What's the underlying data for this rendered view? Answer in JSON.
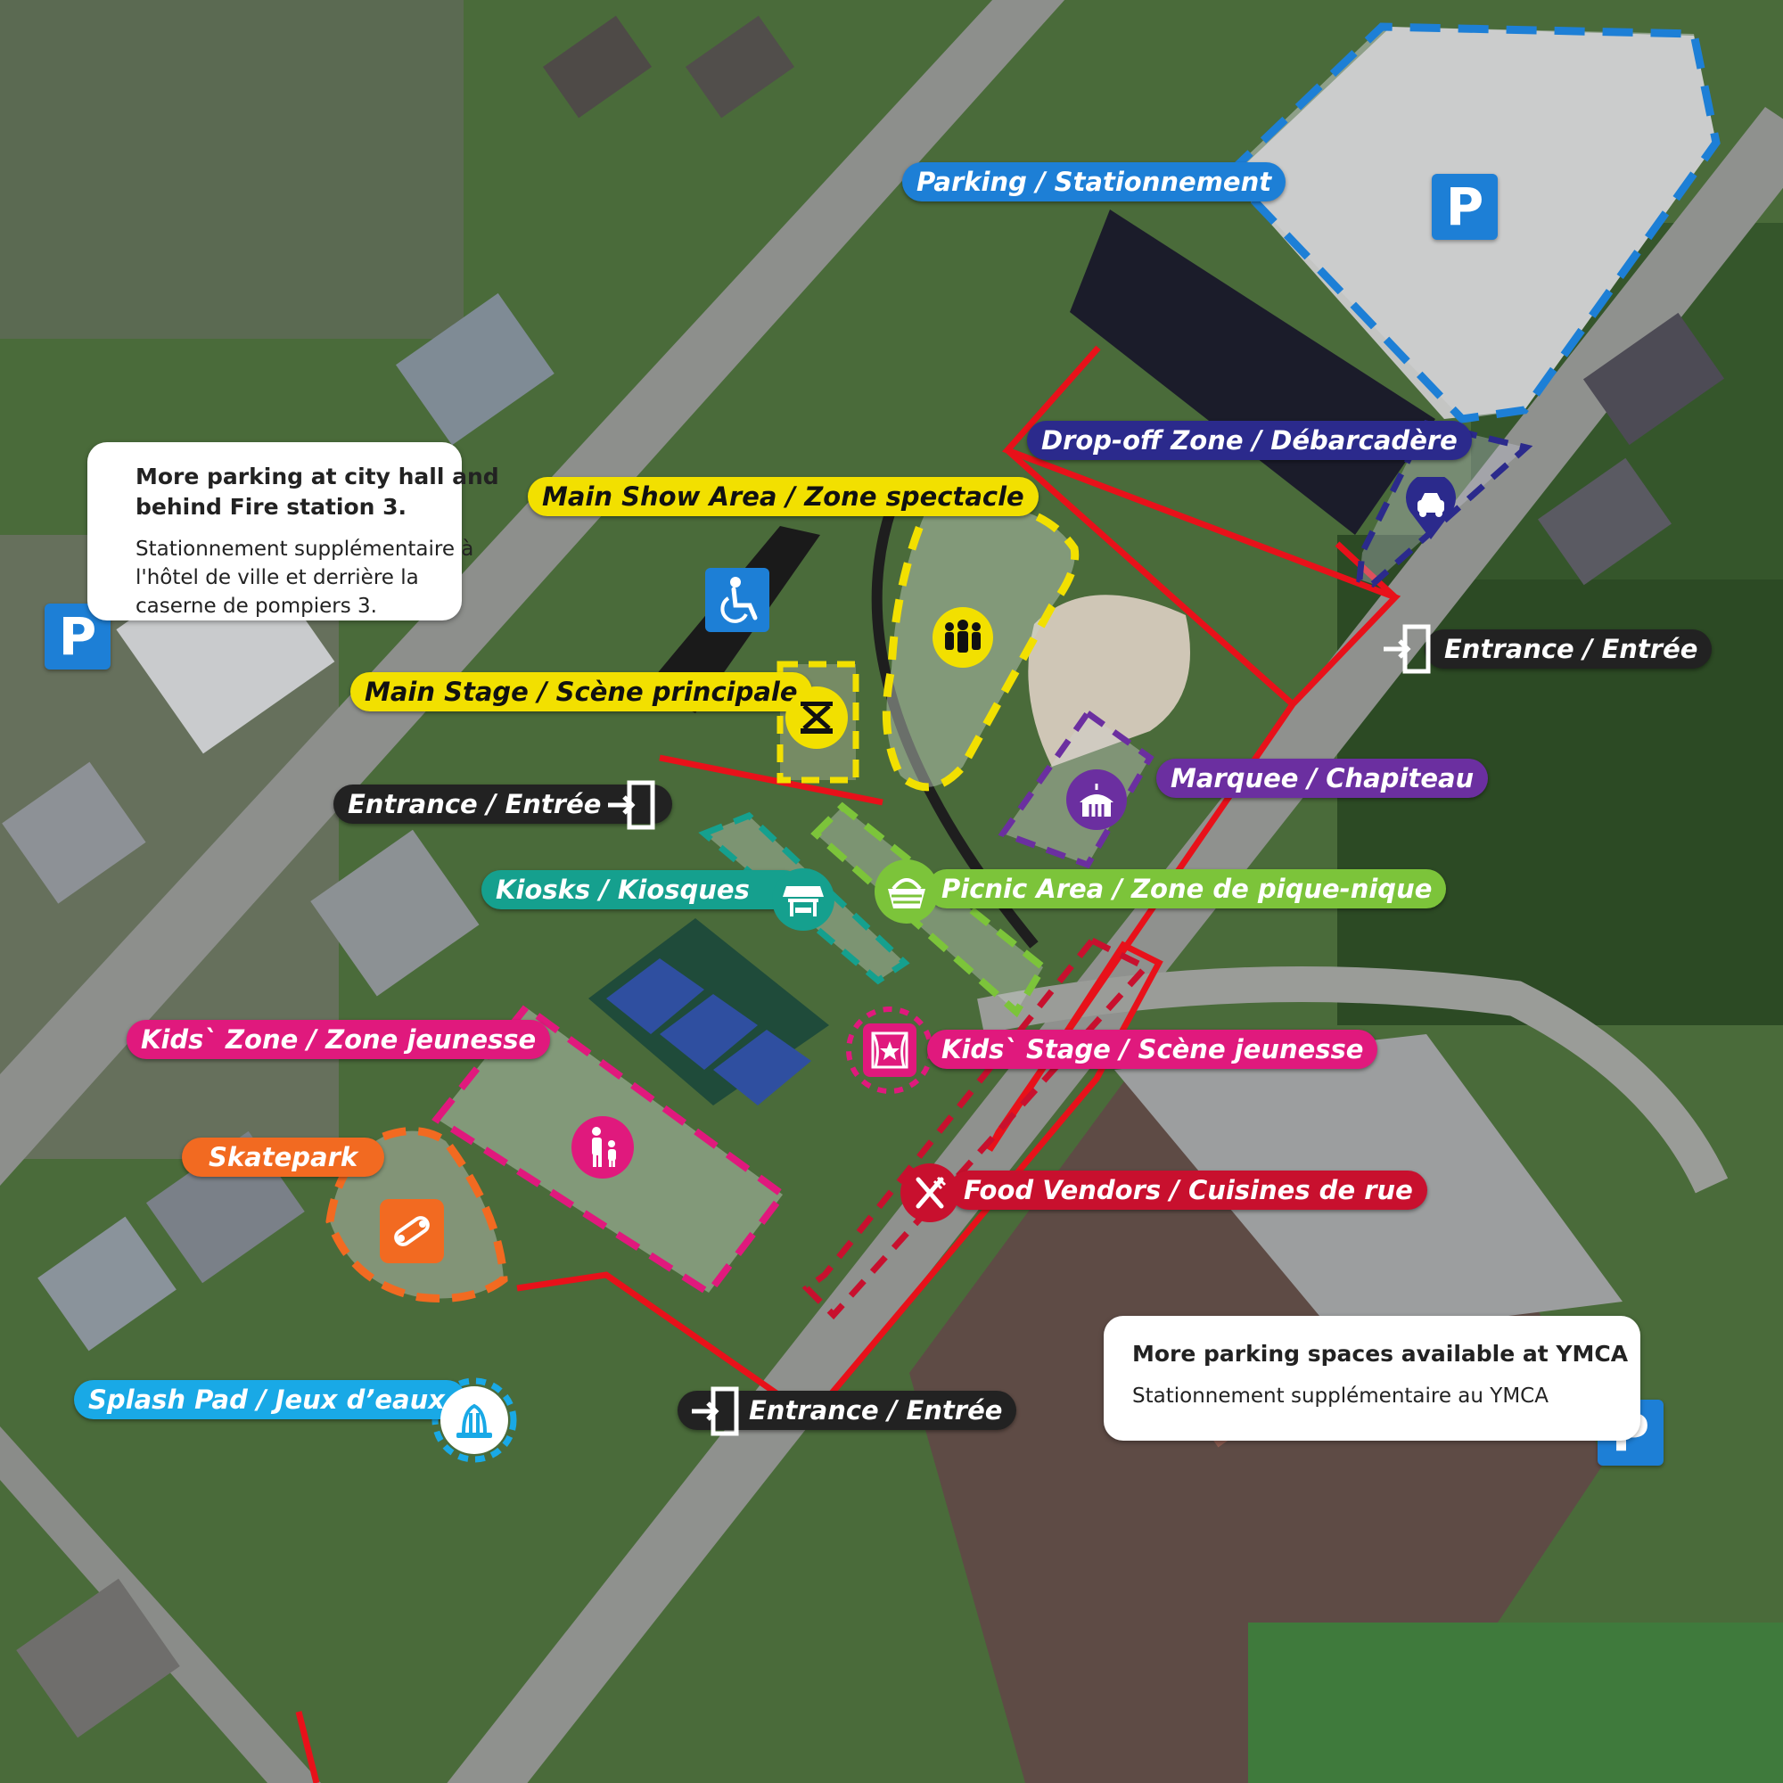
{
  "map": {
    "labels": {
      "parking": "Parking / Stationnement",
      "dropoff": "Drop-off Zone / Débarcadère",
      "main_show": "Main Show Area / Zone spectacle",
      "main_stage": "Main Stage / Scène principale",
      "entrance_ne": "Entrance / Entrée",
      "entrance_w": "Entrance / Entrée",
      "entrance_s": "Entrance / Entrée",
      "marquee": "Marquee / Chapiteau",
      "kiosks": "Kiosks / Kiosques",
      "picnic": "Picnic Area / Zone de pique-nique",
      "kids_zone": "Kids` Zone / Zone jeunesse",
      "kids_stage": "Kids` Stage / Scène jeunesse",
      "skatepark": "Skatepark",
      "food": "Food Vendors / Cuisines de rue",
      "splash": "Splash Pad / Jeux d’eaux"
    },
    "parking_symbol": "P",
    "notes": {
      "city_hall_en": "More parking at city hall and behind Fire station 3.",
      "city_hall_fr": "Stationnement supplémentaire à l'hôtel de ville et derrière la caserne de pompiers 3.",
      "ymca_en": "More parking spaces available at YMCA",
      "ymca_fr": "Stationnement supplémentaire au YMCA"
    },
    "colors": {
      "parking": "#1d7fd6",
      "dropoff": "#2b2a8c",
      "main_show": "#f2e000",
      "marquee": "#6b2fa0",
      "kiosks": "#15a08e",
      "picnic": "#7cc43a",
      "kids": "#e0197d",
      "skatepark": "#f26a21",
      "food": "#c8102e",
      "splash": "#19a9e6",
      "entrance": "#222222",
      "boundary": "#e8111a"
    },
    "icons": {
      "parking": "parking-icon",
      "dropoff": "car-location-pin-icon",
      "accessible": "wheelchair-icon",
      "crowd": "crowd-icon",
      "stage": "stage-icon",
      "marquee": "circus-tent-icon",
      "kiosks": "market-stall-icon",
      "picnic": "picnic-basket-icon",
      "kids_zone": "parent-child-icon",
      "kids_stage": "star-stage-icon",
      "skatepark": "skateboard-icon",
      "food": "fork-knife-icon",
      "splash": "water-fountain-icon",
      "entrance": "entrance-door-icon"
    }
  }
}
